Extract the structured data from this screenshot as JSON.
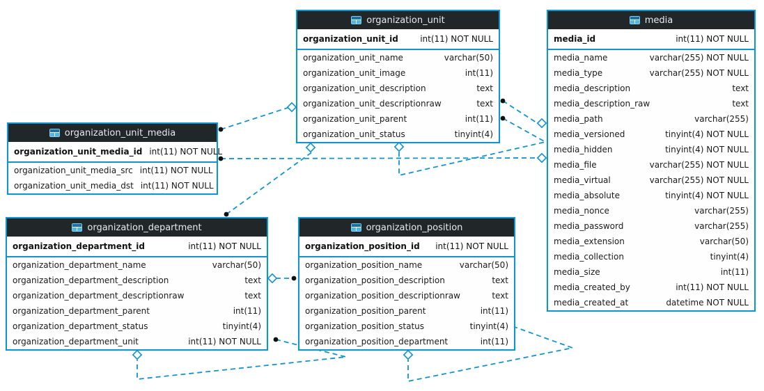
{
  "diagram": {
    "kind": "database-er-diagram",
    "accent_color": "#0f94d0",
    "header_bg": "#212629",
    "header_text_color": "#e8eaec",
    "relation_line_color": "#0f94d0",
    "icon_name": "table-icon"
  },
  "tables": [
    {
      "id": "organization_unit",
      "title": "organization_unit",
      "pk": {
        "name": "organization_unit_id",
        "type": "int(11) NOT NULL"
      },
      "fields": [
        {
          "name": "organization_unit_name",
          "type": "varchar(50)"
        },
        {
          "name": "organization_unit_image",
          "type": "int(11)"
        },
        {
          "name": "organization_unit_description",
          "type": "text"
        },
        {
          "name": "organization_unit_descriptionraw",
          "type": "text"
        },
        {
          "name": "organization_unit_parent",
          "type": "int(11)"
        },
        {
          "name": "organization_unit_status",
          "type": "tinyint(4)"
        }
      ]
    },
    {
      "id": "media",
      "title": "media",
      "pk": {
        "name": "media_id",
        "type": "int(11) NOT NULL"
      },
      "fields": [
        {
          "name": "media_name",
          "type": "varchar(255) NOT NULL"
        },
        {
          "name": "media_type",
          "type": "varchar(255) NOT NULL"
        },
        {
          "name": "media_description",
          "type": "text"
        },
        {
          "name": "media_description_raw",
          "type": "text"
        },
        {
          "name": "media_path",
          "type": "varchar(255)"
        },
        {
          "name": "media_versioned",
          "type": "tinyint(4) NOT NULL"
        },
        {
          "name": "media_hidden",
          "type": "tinyint(4) NOT NULL"
        },
        {
          "name": "media_file",
          "type": "varchar(255) NOT NULL"
        },
        {
          "name": "media_virtual",
          "type": "varchar(255) NOT NULL"
        },
        {
          "name": "media_absolute",
          "type": "tinyint(4) NOT NULL"
        },
        {
          "name": "media_nonce",
          "type": "varchar(255)"
        },
        {
          "name": "media_password",
          "type": "varchar(255)"
        },
        {
          "name": "media_extension",
          "type": "varchar(50)"
        },
        {
          "name": "media_collection",
          "type": "tinyint(4)"
        },
        {
          "name": "media_size",
          "type": "int(11)"
        },
        {
          "name": "media_created_by",
          "type": "int(11) NOT NULL"
        },
        {
          "name": "media_created_at",
          "type": "datetime NOT NULL"
        }
      ]
    },
    {
      "id": "organization_unit_media",
      "title": "organization_unit_media",
      "pk": {
        "name": "organization_unit_media_id",
        "type": "int(11) NOT NULL"
      },
      "fields": [
        {
          "name": "organization_unit_media_src",
          "type": "int(11) NOT NULL"
        },
        {
          "name": "organization_unit_media_dst",
          "type": "int(11) NOT NULL"
        }
      ]
    },
    {
      "id": "organization_department",
      "title": "organization_department",
      "pk": {
        "name": "organization_department_id",
        "type": "int(11) NOT NULL"
      },
      "fields": [
        {
          "name": "organization_department_name",
          "type": "varchar(50)"
        },
        {
          "name": "organization_department_description",
          "type": "text"
        },
        {
          "name": "organization_department_descriptionraw",
          "type": "text"
        },
        {
          "name": "organization_department_parent",
          "type": "int(11)"
        },
        {
          "name": "organization_department_status",
          "type": "tinyint(4)"
        },
        {
          "name": "organization_department_unit",
          "type": "int(11) NOT NULL"
        }
      ]
    },
    {
      "id": "organization_position",
      "title": "organization_position",
      "pk": {
        "name": "organization_position_id",
        "type": "int(11) NOT NULL"
      },
      "fields": [
        {
          "name": "organization_position_name",
          "type": "varchar(50)"
        },
        {
          "name": "organization_position_description",
          "type": "text"
        },
        {
          "name": "organization_position_descriptionraw",
          "type": "text"
        },
        {
          "name": "organization_position_parent",
          "type": "int(11)"
        },
        {
          "name": "organization_position_status",
          "type": "tinyint(4)"
        },
        {
          "name": "organization_position_department",
          "type": "int(11)"
        }
      ]
    }
  ],
  "relations": [
    {
      "id": "r1",
      "from": "organization_unit_media",
      "to": "organization_unit"
    },
    {
      "id": "r2",
      "from": "organization_unit_media",
      "to": "media"
    },
    {
      "id": "r3",
      "from": "organization_unit",
      "to": "media"
    },
    {
      "id": "r4",
      "from": "organization_unit",
      "to": "organization_unit"
    },
    {
      "id": "r5",
      "from": "organization_department",
      "to": "organization_unit"
    },
    {
      "id": "r6",
      "from": "organization_position",
      "to": "organization_department"
    },
    {
      "id": "r7",
      "from": "organization_department",
      "to": "organization_department"
    },
    {
      "id": "r8",
      "from": "organization_position",
      "to": "organization_position"
    }
  ]
}
